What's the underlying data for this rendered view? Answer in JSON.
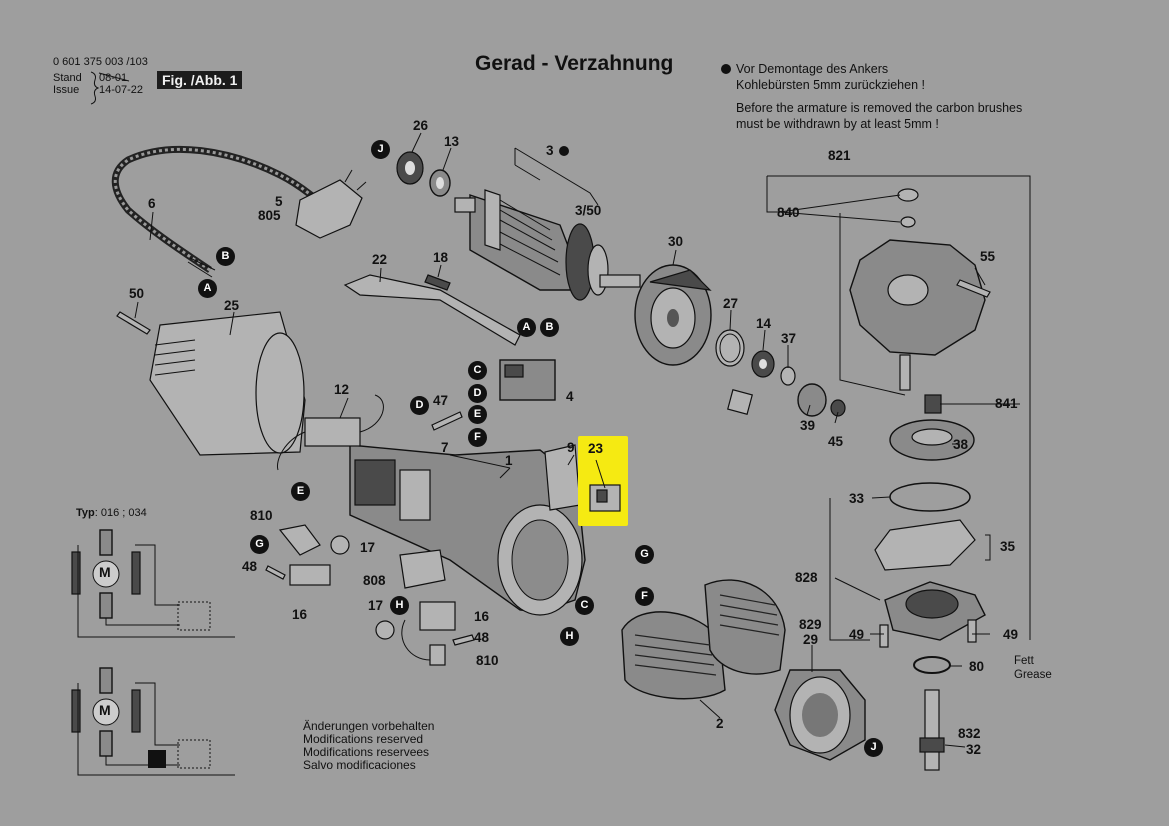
{
  "header": {
    "doc_number": "0 601 375 003 /103",
    "stand_label": "Stand",
    "issue_label": "Issue",
    "old_date": "08-01",
    "new_date": "14-07-22",
    "fig_label": "Fig. /Abb. 1",
    "title": "Gerad - Verzahnung"
  },
  "notice": {
    "de_line1": "Vor Demontage des Ankers",
    "de_line2": "Kohlebürsten 5mm zurückziehen !",
    "en_line1": "Before the armature is removed the carbon brushes",
    "en_line2": "must be withdrawn by at least 5mm !"
  },
  "typ": {
    "label": "Typ",
    "value": ": 016 ; 034",
    "motor": "M"
  },
  "footer": {
    "line1": "Änderungen vorbehalten",
    "line2": "Modifications reserved",
    "line3": "Modifications reservees",
    "line4": "Salvo modificaciones"
  },
  "grease": {
    "de": "Fett",
    "en": "Grease"
  },
  "part_numbers": [
    "26",
    "13",
    "3",
    "3/50",
    "6",
    "5",
    "805",
    "22",
    "18",
    "30",
    "27",
    "14",
    "37",
    "50",
    "25",
    "4",
    "12",
    "47",
    "7",
    "1",
    "9",
    "23",
    "39",
    "45",
    "821",
    "840",
    "55",
    "841",
    "38",
    "33",
    "35",
    "828",
    "49",
    "49",
    "80",
    "829",
    "29",
    "832",
    "32",
    "810",
    "17",
    "48",
    "16",
    "808",
    "17",
    "16",
    "48",
    "810",
    "2"
  ],
  "connection_letters": [
    "J",
    "B",
    "A",
    "A",
    "B",
    "C",
    "D",
    "E",
    "F",
    "D",
    "E",
    "G",
    "H",
    "G",
    "F",
    "C",
    "H",
    "J"
  ],
  "highlight": {
    "part": "23",
    "color": "#f5ea12"
  }
}
